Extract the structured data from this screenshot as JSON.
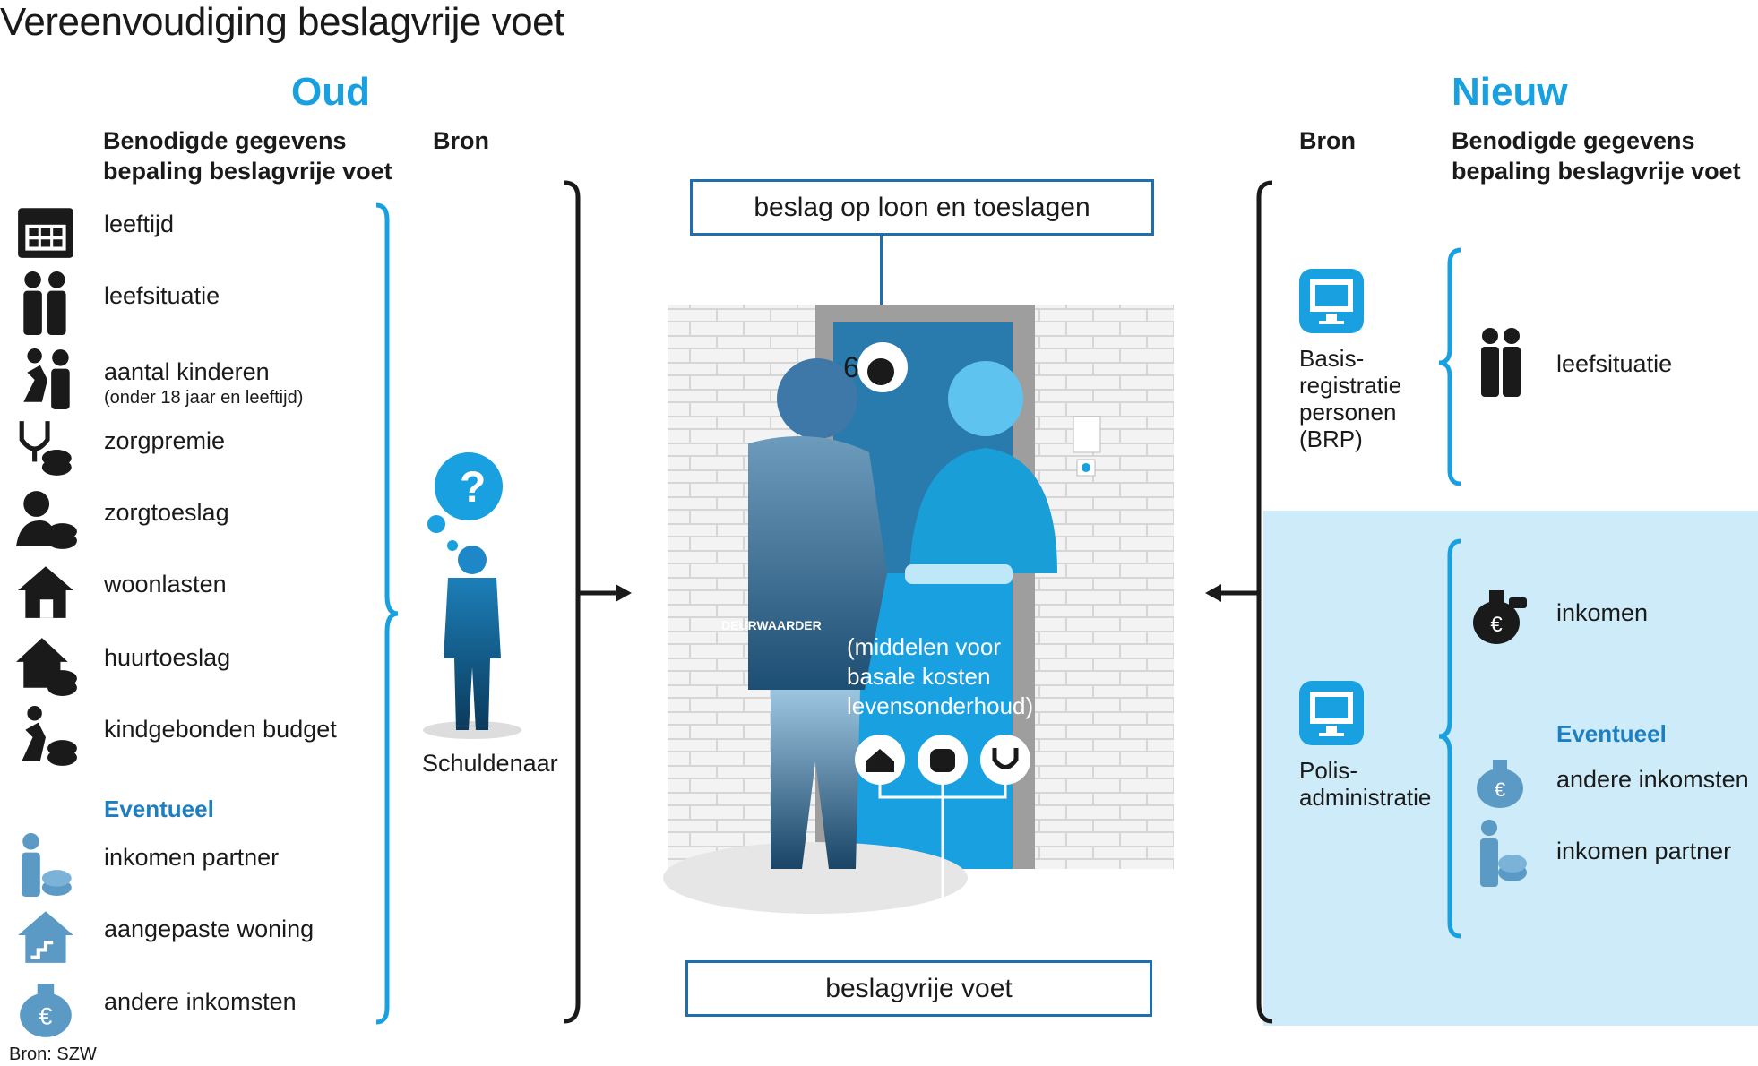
{
  "title": "Vereenvoudiging beslagvrije voet",
  "footer": "Bron: SZW",
  "old": {
    "heading": "Oud",
    "col_header": "Benodigde gegevens\nbepaling beslagvrije voet",
    "source_header": "Bron",
    "items": [
      {
        "label": "leeftijd",
        "icon": "calendar-icon"
      },
      {
        "label": "leefsituatie",
        "icon": "couple-icon"
      },
      {
        "label": "aantal kinderen",
        "sub": "(onder 18 jaar en leeftijd)",
        "icon": "running-child-icon"
      },
      {
        "label": "zorgpremie",
        "icon": "stethoscope-coins-icon"
      },
      {
        "label": "zorgtoeslag",
        "icon": "doctor-coins-icon"
      },
      {
        "label": "woonlasten",
        "icon": "house-icon"
      },
      {
        "label": "huurtoeslag",
        "icon": "house-coins-icon"
      },
      {
        "label": "kindgebonden budget",
        "icon": "child-coins-icon"
      }
    ],
    "optional_label": "Eventueel",
    "optional_items": [
      {
        "label": "inkomen partner",
        "icon": "partner-coins-icon"
      },
      {
        "label": "aangepaste woning",
        "icon": "adapted-house-icon"
      },
      {
        "label": "andere inkomsten",
        "icon": "euro-bag-icon"
      }
    ],
    "source_person": "Schuldenaar",
    "question_mark": "?"
  },
  "center": {
    "top_box": "beslag op loon en toeslagen",
    "bottom_box": "beslagvrije voet",
    "door_text": "(middelen voor\nbasale kosten\nlevensonderhoud)",
    "bailiff_label": "DEURWAARDER",
    "house_number": "6",
    "door_icons": [
      "house-icon",
      "bread-icon",
      "stethoscope-icon"
    ],
    "bag_icon": "euro-bag-icon"
  },
  "new": {
    "heading": "Nieuw",
    "col_header": "Benodigde gegevens\nbepaling beslagvrije voet",
    "source_header": "Bron",
    "sources": [
      {
        "label": "Basis-\nregistratie\npersonen\n(BRP)",
        "icon": "computer-icon",
        "items": [
          {
            "label": "leefsituatie",
            "icon": "couple-icon"
          }
        ]
      },
      {
        "label": "Polis-\nadministratie",
        "icon": "computer-icon",
        "items": [
          {
            "label": "inkomen",
            "icon": "euro-bag-icon"
          }
        ]
      }
    ],
    "optional_label": "Eventueel",
    "optional_items": [
      {
        "label": "andere inkomsten",
        "icon": "euro-bag-icon"
      },
      {
        "label": "inkomen partner",
        "icon": "partner-coins-icon"
      }
    ]
  },
  "colors": {
    "accent": "#18a0e0",
    "dark_blue": "#1f6fae",
    "light_bg": "#cdebf8"
  }
}
